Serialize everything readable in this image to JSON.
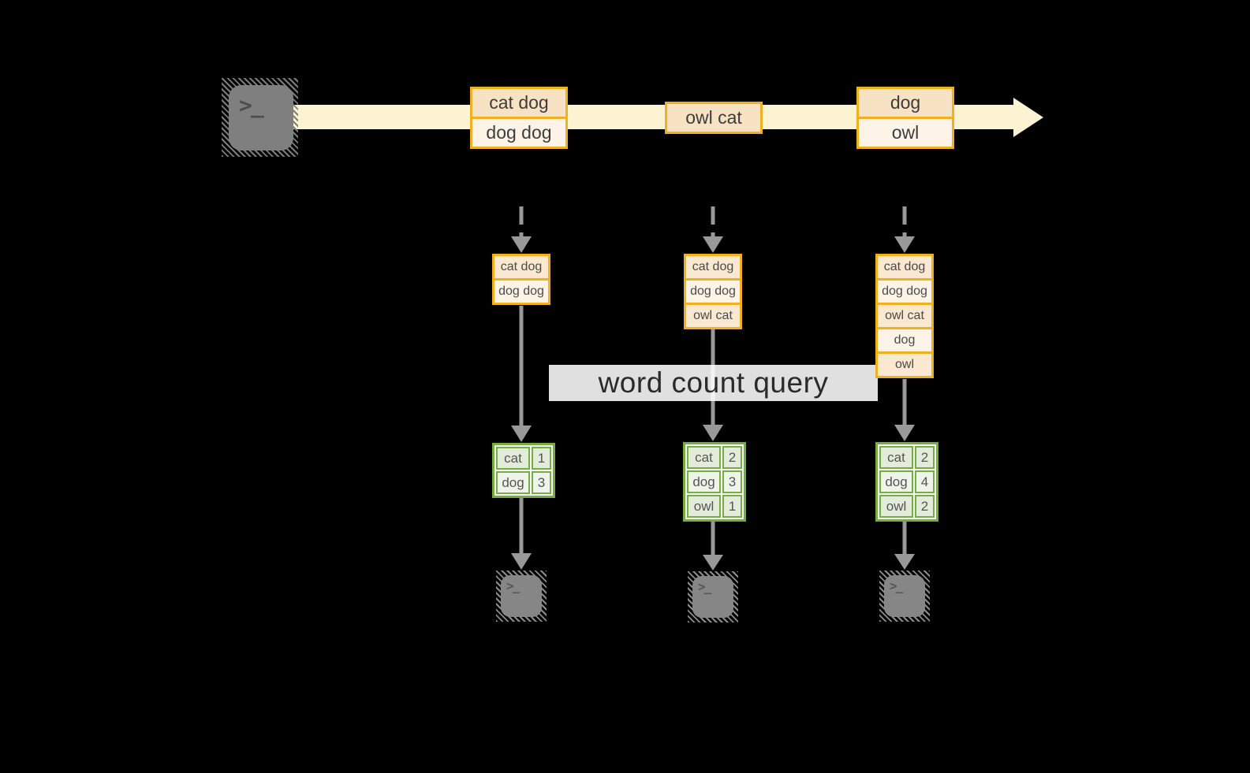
{
  "diagram": {
    "query_label": "word count query",
    "terminal_glyph": ">_"
  },
  "timeline": {
    "events": [
      {
        "cells": [
          "cat dog",
          "dog dog"
        ]
      },
      {
        "cells": [
          "owl cat"
        ]
      },
      {
        "cells": [
          "dog",
          "owl"
        ]
      }
    ]
  },
  "columns": [
    {
      "state_cells": [
        "cat dog",
        "dog dog"
      ],
      "counts": [
        {
          "word": "cat",
          "count": "1"
        },
        {
          "word": "dog",
          "count": "3"
        }
      ]
    },
    {
      "state_cells": [
        "cat dog",
        "dog dog",
        "owl cat"
      ],
      "counts": [
        {
          "word": "cat",
          "count": "2"
        },
        {
          "word": "dog",
          "count": "3"
        },
        {
          "word": "owl",
          "count": "1"
        }
      ]
    },
    {
      "state_cells": [
        "cat dog",
        "dog dog",
        "owl cat",
        "dog",
        "owl"
      ],
      "counts": [
        {
          "word": "cat",
          "count": "2"
        },
        {
          "word": "dog",
          "count": "4"
        },
        {
          "word": "owl",
          "count": "2"
        }
      ]
    }
  ],
  "colors": {
    "accent_gold": "#f2b01e",
    "accent_green": "#72af3e",
    "band_cream": "#fcf3d2",
    "arrow_gray": "#999999"
  }
}
